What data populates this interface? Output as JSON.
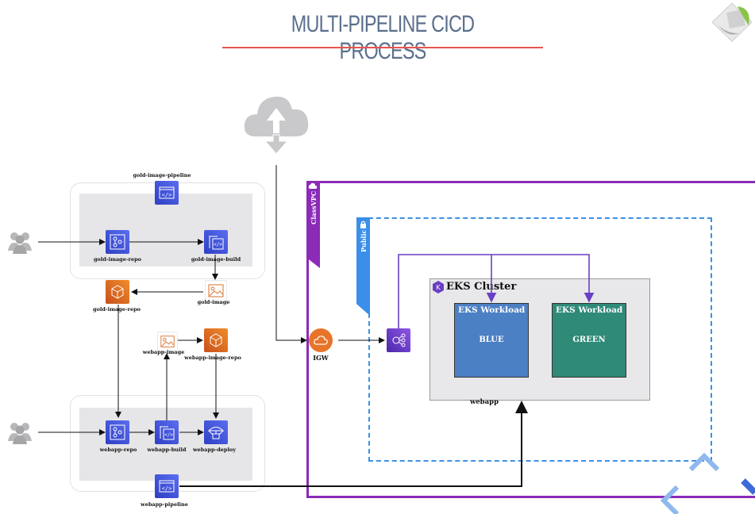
{
  "title": "MULTI-PIPELINE CICD PROCESS",
  "colors": {
    "title_rule": "#e8554f",
    "vpc_border": "#8c2bb8",
    "public_subnet": "#3b8fe8",
    "blue_workload": "#4c80c5",
    "green_workload": "#2f8a78",
    "arrow_purple": "#6a3fc4"
  },
  "gold_pipeline": {
    "label": "gold-image-pipeline",
    "repo": "gold-image-repo",
    "build": "gold-image-build",
    "image": "gold-image",
    "image_repo": "gold-image-repo"
  },
  "webapp_pipeline": {
    "label": "webapp-pipeline",
    "repo": "webapp-repo",
    "build": "webapp-build",
    "deploy": "webapp-deploy",
    "image": "webapp-image",
    "image_repo": "webapp-image-repo"
  },
  "network": {
    "vpc_label": "ClassVPC",
    "subnet_label": "Public",
    "igw_label": "IGW"
  },
  "eks": {
    "cluster_label": "EKS Cluster",
    "namespace_label": "webapp",
    "workloads": [
      {
        "title": "EKS Workload",
        "name": "BLUE"
      },
      {
        "title": "EKS Workload",
        "name": "GREEN"
      }
    ]
  },
  "icons": [
    "users-icon",
    "cloud-upload-icon",
    "codepipeline-icon",
    "codecommit-icon",
    "codebuild-icon",
    "image-icon",
    "ecr-icon",
    "codedeploy-icon",
    "internet-gateway-icon",
    "load-balancer-icon",
    "eks-icon",
    "lock-icon",
    "cloud-icon",
    "logo-icon"
  ]
}
